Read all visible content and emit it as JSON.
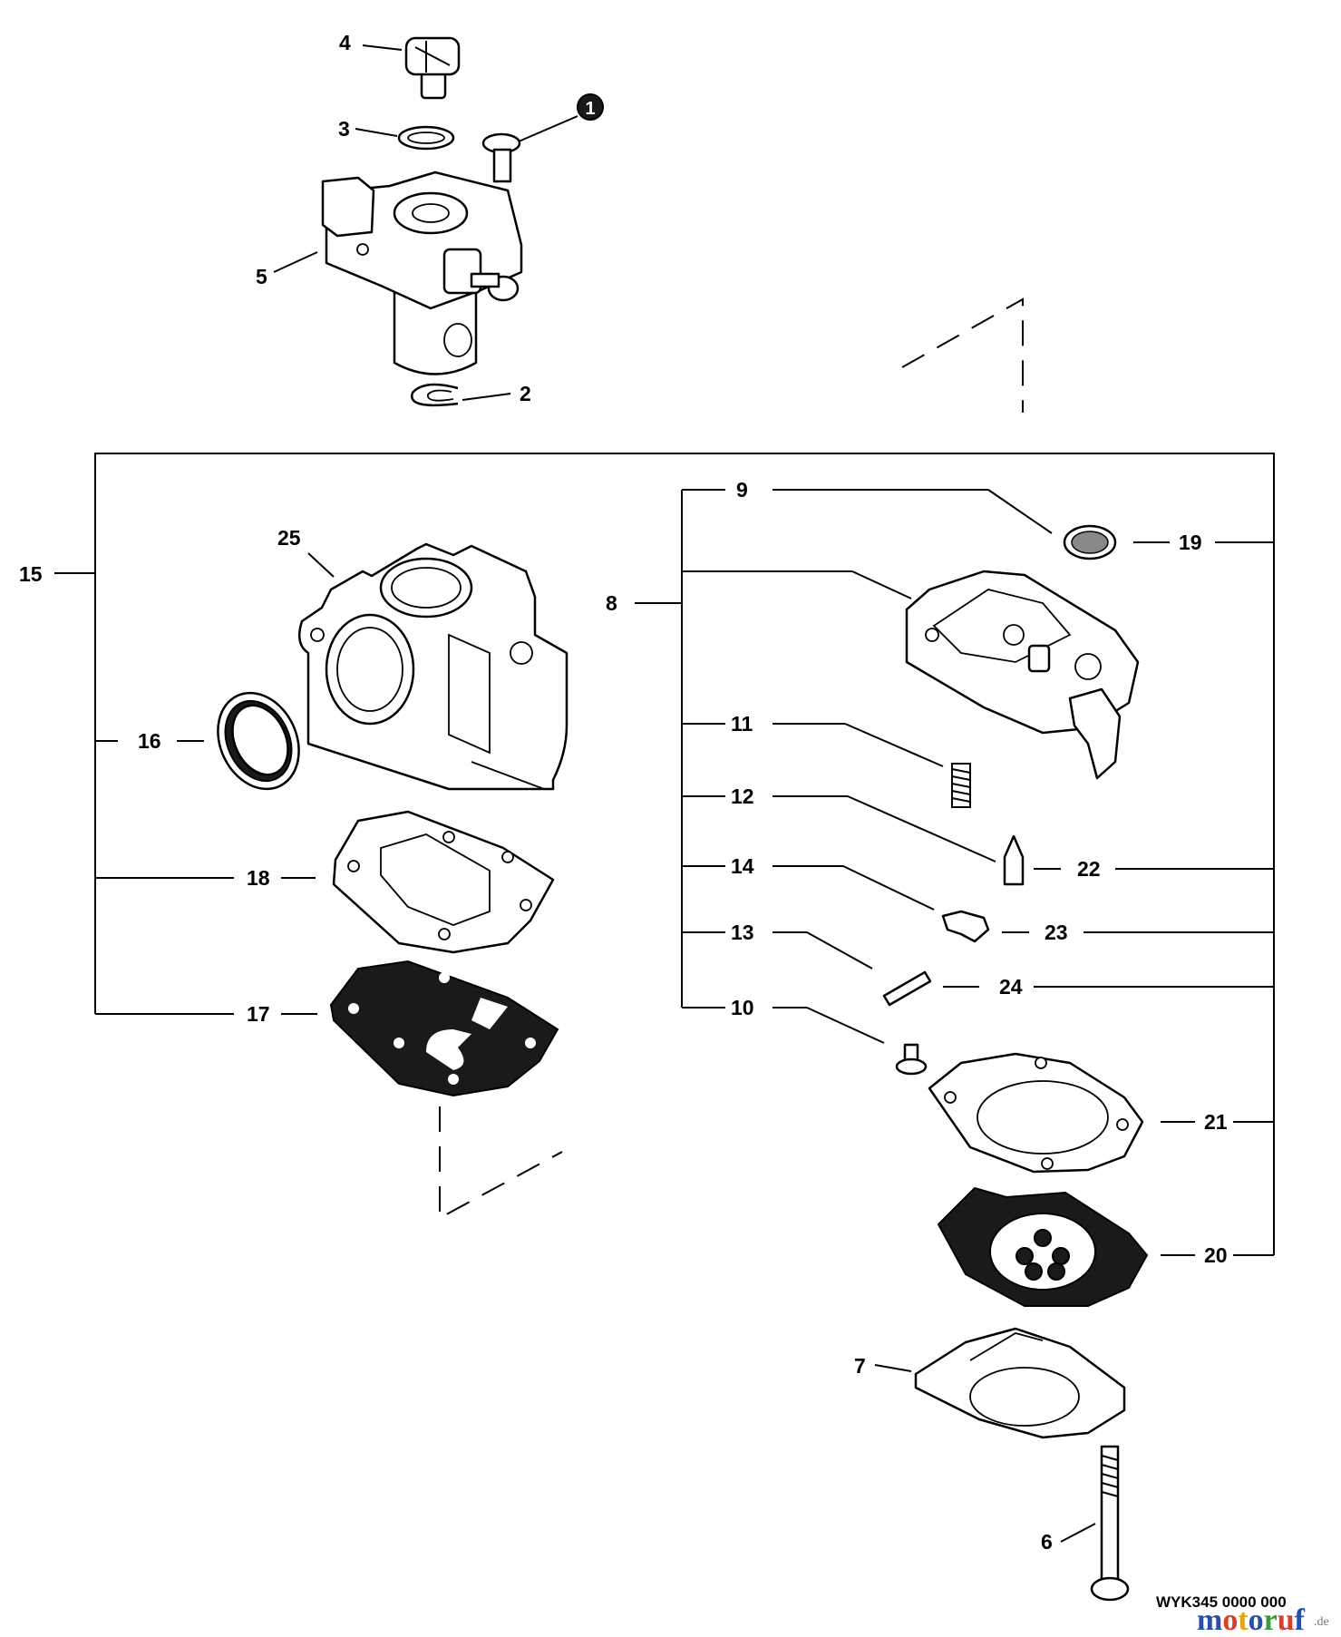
{
  "callouts": {
    "c1": "1",
    "c2": "2",
    "c3": "3",
    "c4": "4",
    "c5": "5",
    "c6": "6",
    "c7": "7",
    "c8": "8",
    "c9": "9",
    "c10": "10",
    "c11": "11",
    "c12": "12",
    "c13": "13",
    "c14": "14",
    "c15": "15",
    "c16": "16",
    "c17": "17",
    "c18": "18",
    "c19": "19",
    "c20": "20",
    "c21": "21",
    "c22": "22",
    "c23": "23",
    "c24": "24",
    "c25": "25"
  },
  "drawing_code": "WYK345 0000 000",
  "watermark": {
    "brand": "motoruf",
    "brand_parts": [
      "m",
      "o",
      "t",
      "o",
      "r",
      "u",
      "f"
    ],
    "tld": ".de",
    "colors": [
      "#2a4fa8",
      "#d9402b",
      "#e8a416",
      "#2a4fa8",
      "#3b9a3b",
      "#d9402b",
      "#2a4fa8"
    ]
  }
}
